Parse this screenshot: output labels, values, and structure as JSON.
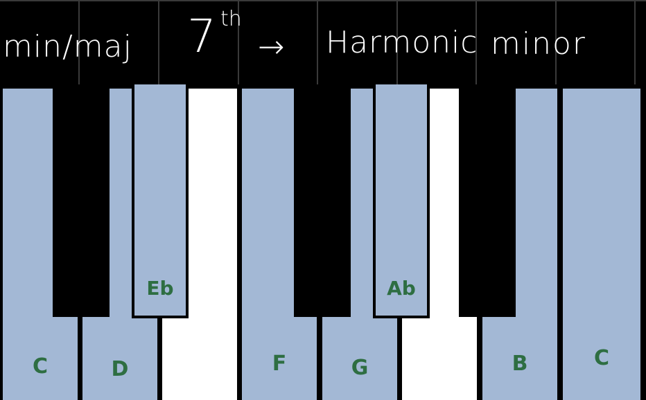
{
  "header": {
    "left_text": "min/maj",
    "seven": "7",
    "superscript": "th",
    "arrow": "→",
    "right_text_1": "Harmonic",
    "right_text_2": "minor"
  },
  "keyboard": {
    "white_keys": [
      {
        "note": "C",
        "highlighted": true
      },
      {
        "note": "D",
        "highlighted": true
      },
      {
        "note": "",
        "highlighted": false
      },
      {
        "note": "F",
        "highlighted": true
      },
      {
        "note": "G",
        "highlighted": true
      },
      {
        "note": "",
        "highlighted": false
      },
      {
        "note": "B",
        "highlighted": true
      },
      {
        "note": "C",
        "highlighted": true
      }
    ],
    "black_keys": [
      {
        "note": "",
        "highlighted": false
      },
      {
        "note": "Eb",
        "highlighted": true
      },
      {
        "note": "",
        "highlighted": false
      },
      {
        "note": "Ab",
        "highlighted": true
      },
      {
        "note": "",
        "highlighted": false
      }
    ],
    "colors": {
      "highlight": "#a3b8d5",
      "note_text": "#2e6e42",
      "white": "#ffffff",
      "black": "#000000"
    }
  }
}
